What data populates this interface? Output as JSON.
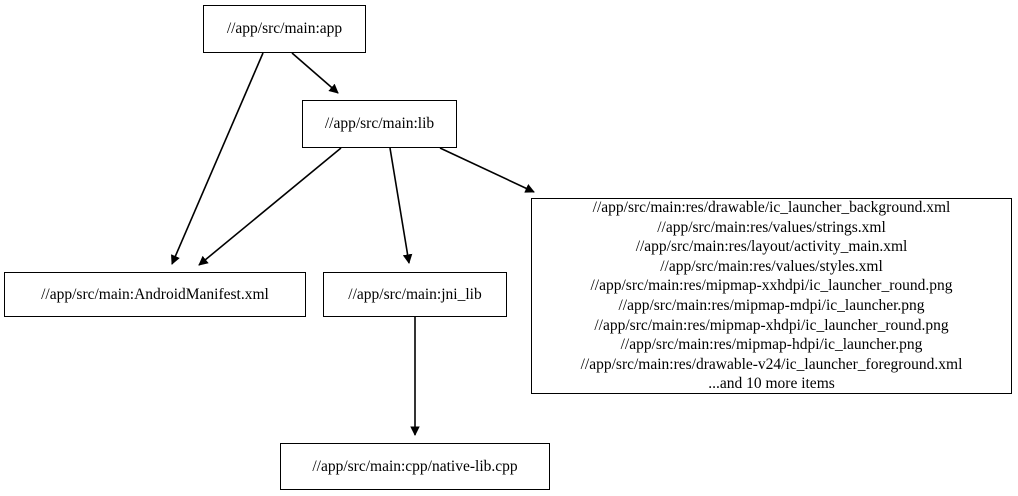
{
  "graph": {
    "type": "dependency-graph",
    "background": "#ffffff",
    "edge_color": "#000000",
    "node_border_color": "#000000",
    "node_fill_color": "#ffffff",
    "nodes": [
      {
        "id": "app",
        "label": "//app/src/main:app"
      },
      {
        "id": "lib",
        "label": "//app/src/main:lib"
      },
      {
        "id": "manifest",
        "label": "//app/src/main:AndroidManifest.xml"
      },
      {
        "id": "jni_lib",
        "label": "//app/src/main:jni_lib"
      },
      {
        "id": "native_lib",
        "label": "//app/src/main:cpp/native-lib.cpp"
      },
      {
        "id": "res",
        "lines": [
          "//app/src/main:res/drawable/ic_launcher_background.xml",
          "//app/src/main:res/values/strings.xml",
          "//app/src/main:res/layout/activity_main.xml",
          "//app/src/main:res/values/styles.xml",
          "//app/src/main:res/mipmap-xxhdpi/ic_launcher_round.png",
          "//app/src/main:res/mipmap-mdpi/ic_launcher.png",
          "//app/src/main:res/mipmap-xhdpi/ic_launcher_round.png",
          "//app/src/main:res/mipmap-hdpi/ic_launcher.png",
          "//app/src/main:res/drawable-v24/ic_launcher_foreground.xml",
          "...and 10 more items"
        ]
      }
    ],
    "edges": [
      {
        "from": "app",
        "to": "lib"
      },
      {
        "from": "app",
        "to": "manifest"
      },
      {
        "from": "lib",
        "to": "manifest"
      },
      {
        "from": "lib",
        "to": "jni_lib"
      },
      {
        "from": "lib",
        "to": "res"
      },
      {
        "from": "jni_lib",
        "to": "native_lib"
      }
    ]
  }
}
